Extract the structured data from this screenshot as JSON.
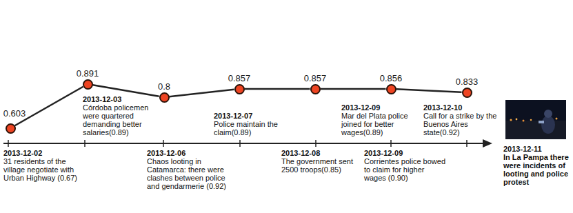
{
  "diagram": {
    "nodes": [
      {
        "text": [
          "0.603"
        ]
      },
      {
        "text": [
          "0.891"
        ]
      },
      {
        "text": [
          "0.8"
        ]
      },
      {
        "text": [
          "0.857"
        ]
      },
      {
        "text": [
          "0.857"
        ]
      },
      {
        "text": [
          "0.856"
        ]
      },
      {
        "text": [
          "0.833"
        ]
      }
    ],
    "edges": [
      {
        "from": 0,
        "to": 1,
        "arrow": "none"
      },
      {
        "from": 1,
        "to": 2,
        "arrow": "none"
      },
      {
        "from": 2,
        "to": 3,
        "arrow": "none"
      },
      {
        "from": 3,
        "to": 4,
        "arrow": "none"
      },
      {
        "from": 4,
        "to": 5,
        "arrow": "none"
      },
      {
        "from": 5,
        "to": 6,
        "arrow": "none"
      }
    ],
    "labels": [
      "2013-12-02",
      "31 residents of the village negotiate with Urban Highway (0.67)",
      "2013-12-03",
      "Córdoba policemen were quartered demanding better salaries(0.89)",
      "2013-12-06",
      "Chaos looting in Catamarca: there were clashes between police and gendarmerie (0.92)",
      "2013-12-07",
      "Police maintain the claim(0.89)",
      "2013-12-08",
      "The government sent 2500 troops(0.85)",
      "2013-12-09",
      "Mar del Plata police joined for better wages(0.89)",
      "2013-12-09",
      "Corrientes police bowed to claim for higher wages (0.90)",
      "2013-12-10",
      "Call for a strike by the Buenos Aires state(0.92)",
      "2013-12-11",
      "In La Pampa there were incidents of looting and police protest"
    ]
  }
}
